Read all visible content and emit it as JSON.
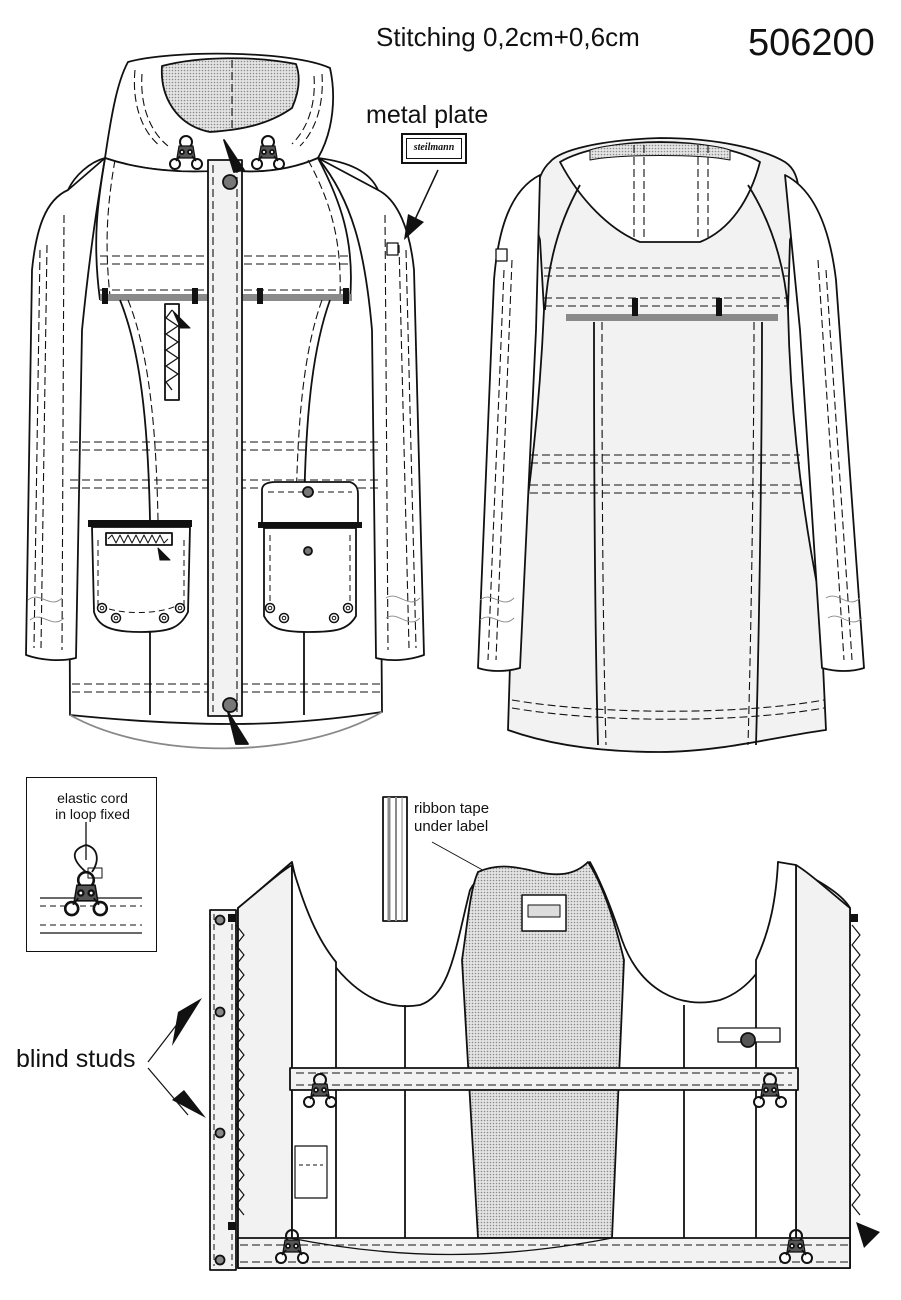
{
  "header": {
    "stitching": "Stitching 0,2cm+0,6cm",
    "style_number": "506200"
  },
  "annotations": {
    "metal_plate": "metal plate",
    "plate_brand": "steilmann",
    "ribbon_line1": "ribbon tape",
    "ribbon_line2": "under label",
    "blind_studs": "blind studs",
    "elastic_line1": "elastic cord",
    "elastic_line2": "in loop fixed"
  },
  "colors": {
    "outline": "#111111",
    "fabric_fill": "#f2f2f2",
    "mesh_fill": "#c9c9c9",
    "tape_gray": "#8a8a8a"
  },
  "icons": [
    "toggle-stopper-icon",
    "snap-button-icon",
    "zipper-icon",
    "eyelet-icon",
    "arrow-icon"
  ]
}
